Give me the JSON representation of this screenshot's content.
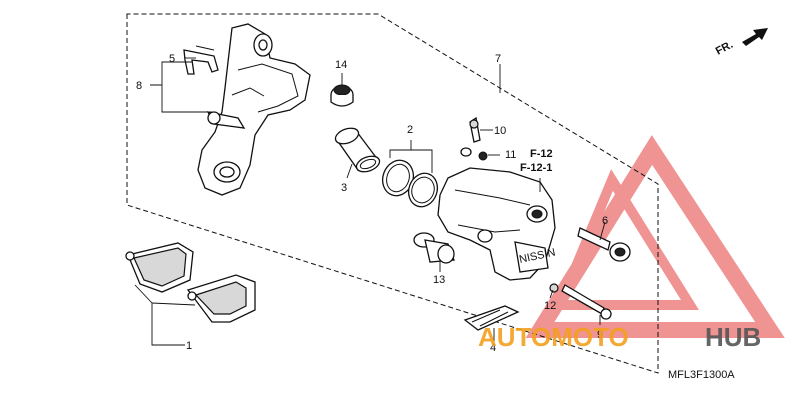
{
  "callouts": {
    "c1": "1",
    "c2": "2",
    "c3": "3",
    "c4": "4",
    "c5": "5",
    "c6": "6",
    "c7": "7",
    "c8": "8",
    "c9": "9",
    "c10": "10",
    "c11": "11",
    "c12": "12",
    "c13": "13",
    "c14": "14"
  },
  "refs": {
    "r1": "F-12",
    "r2": "F-12-1"
  },
  "front_indicator": "FR.",
  "diagram_code": "MFL3F1300A",
  "watermark": {
    "part1": "AUTOMOTO",
    "part2": "HUB",
    "color1": "#f4a020",
    "color2": "#555555",
    "triangle_color": "#e23b3b"
  }
}
